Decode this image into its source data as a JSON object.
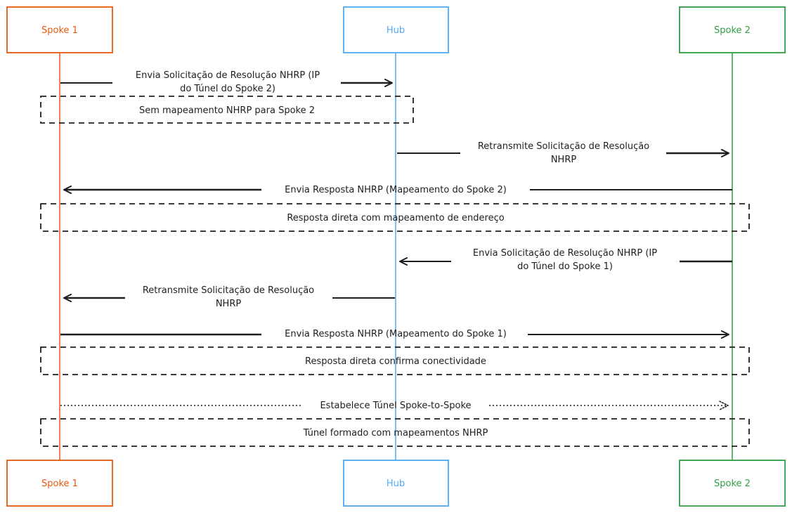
{
  "colors": {
    "spoke1": "#e8590c",
    "hub": "#4dabf7",
    "spoke2": "#2f9e44",
    "ink": "#1e1e1e",
    "background": "#ffffff"
  },
  "actors": {
    "spoke1": "Spoke 1",
    "hub": "Hub",
    "spoke2": "Spoke 2"
  },
  "messages": {
    "m1": [
      "Envia Solicitação de Resolução NHRP (IP",
      "do Túnel do Spoke 2)"
    ],
    "m2": [
      "Retransmite Solicitação de Resolução",
      "NHRP"
    ],
    "m3": [
      "Envia Resposta NHRP (Mapeamento do Spoke 2)"
    ],
    "m4": [
      "Envia Solicitação de Resolução NHRP (IP",
      "do Túnel do Spoke 1)"
    ],
    "m5": [
      "Retransmite Solicitação de Resolução",
      "NHRP"
    ],
    "m6": [
      "Envia Resposta NHRP (Mapeamento do Spoke 1)"
    ],
    "m7": [
      "Estabelece Túnel Spoke-to-Spoke"
    ]
  },
  "notes": {
    "n1": "Sem mapeamento NHRP para Spoke 2",
    "n2": "Resposta direta com mapeamento de endereço",
    "n3": "Resposta direta confirma conectividade",
    "n4": "Túnel formado com mapeamentos NHRP"
  }
}
